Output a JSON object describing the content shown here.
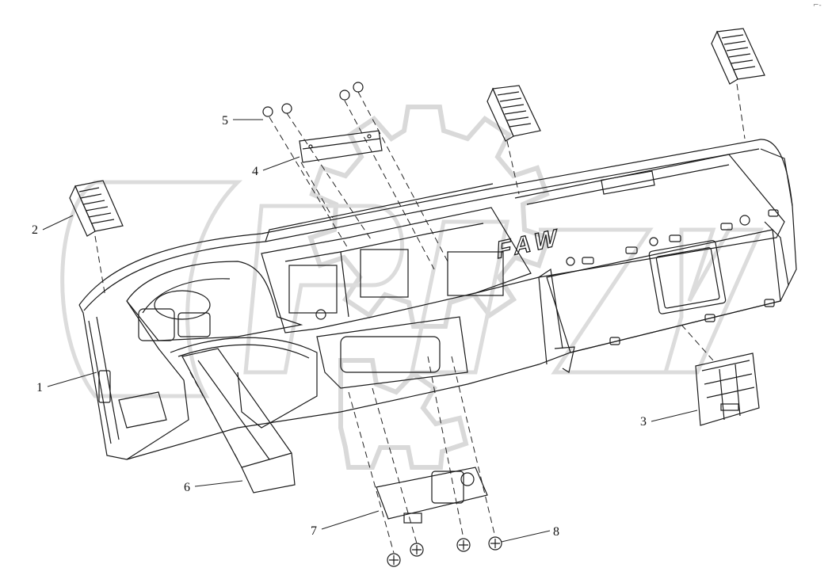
{
  "diagram": {
    "callouts": [
      "1",
      "2",
      "3",
      "4",
      "5",
      "6",
      "7",
      "8"
    ],
    "logo_text": "FAW",
    "corner_mark": "⌐-",
    "colors": {
      "line": "#1a1a1a",
      "watermark": "#d6d6d6",
      "leader": "#222222"
    }
  }
}
